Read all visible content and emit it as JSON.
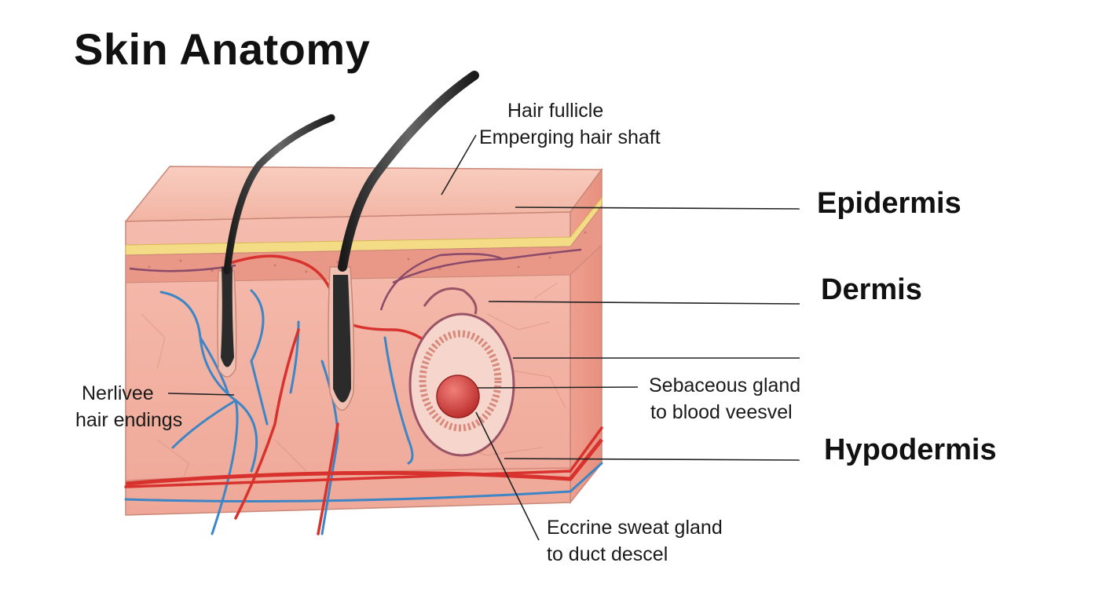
{
  "title": "Skin Anatomy",
  "labels": {
    "hair_follicle": [
      "Hair fullicle",
      "Emperging hair shaft"
    ],
    "epidermis": "Epidermis",
    "dermis": "Dermis",
    "hypodermis": "Hypodermis",
    "sebaceous": [
      "Sebaceous gland",
      "to blood veesvel"
    ],
    "nerve": [
      "Nerlivee",
      "hair endings"
    ],
    "sweat": [
      "Eccrine sweat gland",
      "to duct descel"
    ]
  },
  "colors": {
    "epidermis": "#f6c2b2",
    "dermis": "#f4b2a2",
    "yellow_layer": "#f4dc86",
    "artery": "#d8322e",
    "vein": "#3d86c6",
    "hair": "#2a2a2a"
  }
}
